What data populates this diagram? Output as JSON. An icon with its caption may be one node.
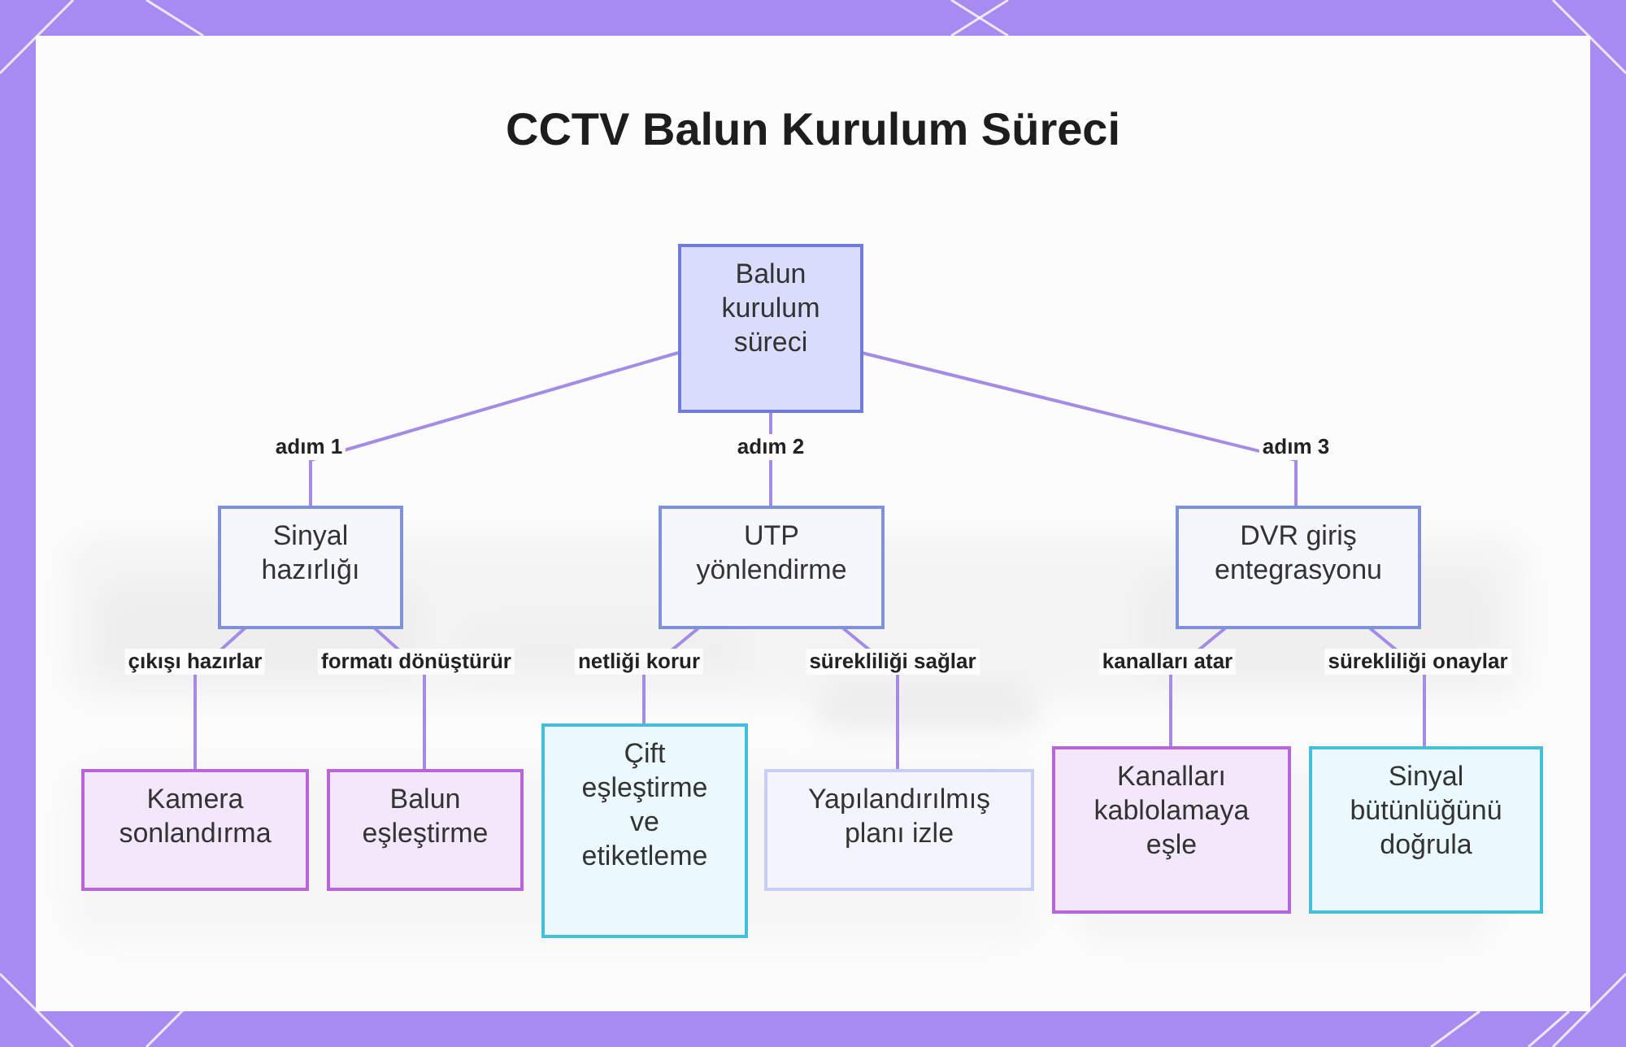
{
  "diagram": {
    "title": "CCTV Balun Kurulum Süreci",
    "nodes": [
      {
        "text": [
          "Balun kurulum süreci"
        ]
      },
      {
        "text": [
          "Sinyal hazırlığı"
        ]
      },
      {
        "text": [
          "UTP yönlendirme"
        ]
      },
      {
        "text": [
          "DVR giriş entegrasyonu"
        ]
      },
      {
        "text": [
          "Kamera sonlandırma"
        ]
      },
      {
        "text": [
          "Balun eşleştirme"
        ]
      },
      {
        "text": [
          "Çift eşleştirme ve etiketleme"
        ]
      },
      {
        "text": [
          "Yapılandırılmış planı izle"
        ]
      },
      {
        "text": [
          "Kanalları kablolamaya eşle"
        ]
      },
      {
        "text": [
          "Sinyal bütünlüğünü doğrula"
        ]
      }
    ],
    "edges": [
      {
        "from": 0,
        "to": 1,
        "arrow": "none",
        "label": "adım 1"
      },
      {
        "from": 0,
        "to": 2,
        "arrow": "none",
        "label": "adım 2"
      },
      {
        "from": 0,
        "to": 3,
        "arrow": "none",
        "label": "adım 3"
      },
      {
        "from": 1,
        "to": 4,
        "arrow": "none",
        "label": "çıkışı hazırlar"
      },
      {
        "from": 1,
        "to": 5,
        "arrow": "none",
        "label": "formatı dönüştürür"
      },
      {
        "from": 2,
        "to": 6,
        "arrow": "none",
        "label": "netliği korur"
      },
      {
        "from": 2,
        "to": 7,
        "arrow": "none",
        "label": "sürekliliği sağlar"
      },
      {
        "from": 3,
        "to": 8,
        "arrow": "none",
        "label": "kanalları atar"
      },
      {
        "from": 3,
        "to": 9,
        "arrow": "none",
        "label": "sürekliliği onaylar"
      }
    ]
  }
}
